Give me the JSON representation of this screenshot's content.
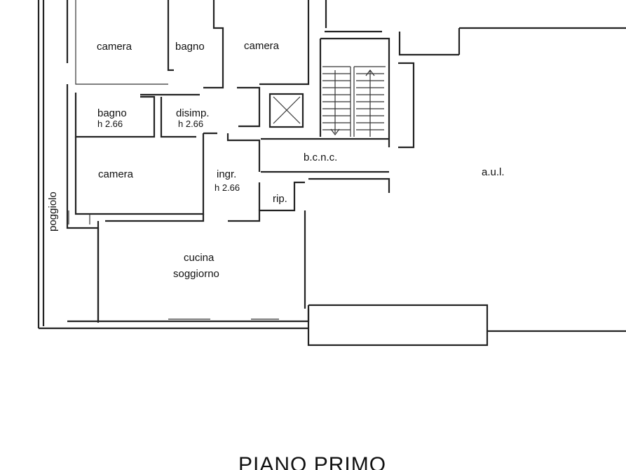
{
  "title": "PIANO PRIMO",
  "rooms": {
    "camera_1": "camera",
    "bagno_1": "bagno",
    "camera_2": "camera",
    "bagno_2": "bagno",
    "bagno_2_height": "h 2.66",
    "disimp": "disimp.",
    "disimp_height": "h 2.66",
    "camera_3": "camera",
    "ingr": "ingr.",
    "ingr_height": "h 2.66",
    "rip": "rip.",
    "bcnc": "b.c.n.c.",
    "aul": "a.u.l.",
    "cucina": "cucina",
    "soggiorno": "soggiorno",
    "poggiolo": "poggiolo"
  }
}
